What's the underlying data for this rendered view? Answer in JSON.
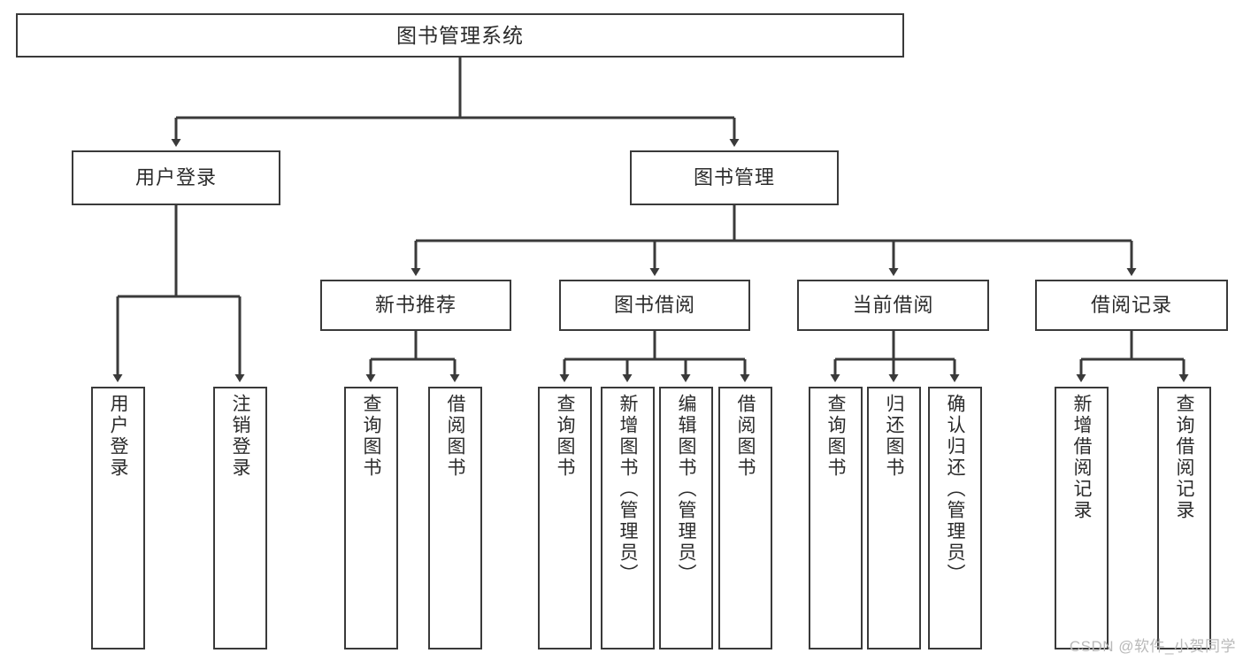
{
  "diagram": {
    "title": "图书管理系统",
    "watermark": "CSDN @软件_小贺同学",
    "line_color": "#3a3a3a",
    "text_color": "#2b2b2b",
    "background_color": "#ffffff"
  },
  "nodes": {
    "root": {
      "label": "图书管理系统"
    },
    "level2": [
      {
        "id": "user-login",
        "label": "用户登录"
      },
      {
        "id": "book-manage",
        "label": "图书管理"
      }
    ],
    "level3": [
      {
        "id": "new-book-recommend",
        "label": "新书推荐"
      },
      {
        "id": "book-borrow",
        "label": "图书借阅"
      },
      {
        "id": "current-borrow",
        "label": "当前借阅"
      },
      {
        "id": "borrow-record",
        "label": "借阅记录"
      }
    ],
    "leaves": {
      "user_login": [
        {
          "id": "leaf-user-login",
          "label": "用户登录"
        },
        {
          "id": "leaf-logout-login",
          "label": "注销登录"
        }
      ],
      "new_book_recommend": [
        {
          "id": "leaf-query-book-1",
          "label": "查询图书"
        },
        {
          "id": "leaf-borrow-book-1",
          "label": "借阅图书"
        }
      ],
      "book_borrow": [
        {
          "id": "leaf-query-book-2",
          "label": "查询图书"
        },
        {
          "id": "leaf-add-book",
          "label": "新增图书（管理员）"
        },
        {
          "id": "leaf-edit-book",
          "label": "编辑图书（管理员）"
        },
        {
          "id": "leaf-borrow-book-2",
          "label": "借阅图书"
        }
      ],
      "current_borrow": [
        {
          "id": "leaf-query-book-3",
          "label": "查询图书"
        },
        {
          "id": "leaf-return-book",
          "label": "归还图书"
        },
        {
          "id": "leaf-confirm-return",
          "label": "确认归还（管理员）"
        }
      ],
      "borrow_record": [
        {
          "id": "leaf-add-record",
          "label": "新增借阅记录"
        },
        {
          "id": "leaf-query-record",
          "label": "查询借阅记录"
        }
      ]
    }
  }
}
